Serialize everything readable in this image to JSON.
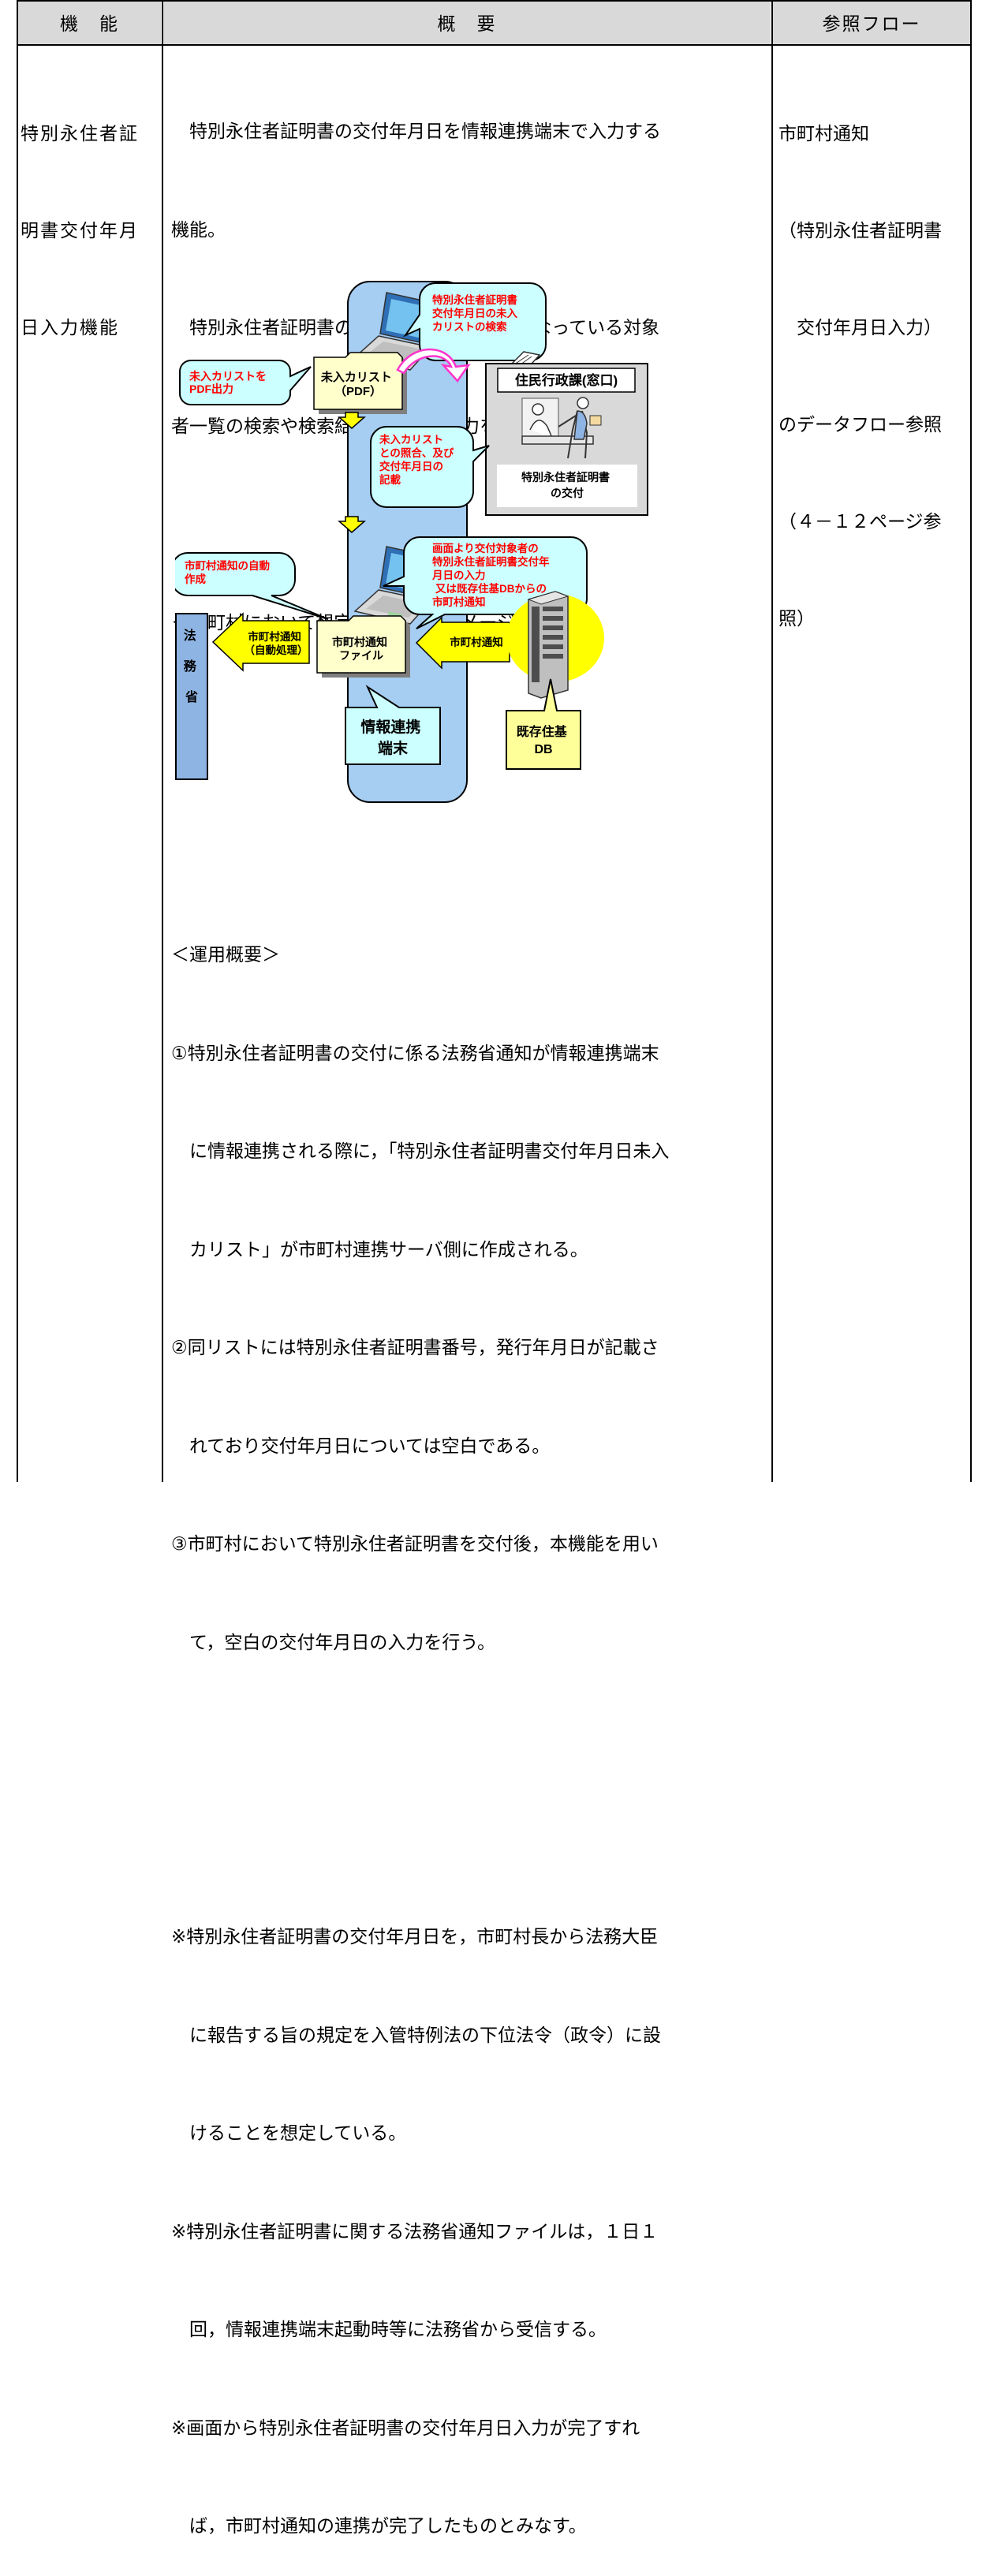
{
  "header": {
    "col1": "機　能",
    "col2": "概　要",
    "col3": "参照フロー"
  },
  "col1_lines": [
    "特別永住者証",
    "明書交付年月",
    "日入力機能"
  ],
  "col3_lines": [
    "市町村通知",
    "（特別永住者証明書",
    "　交付年月日入力）",
    "のデータフロー参照",
    "（４－１２ページ参",
    "照）"
  ],
  "summary_lines": [
    "　特別永住者証明書の交付年月日を情報連携端末で入力する",
    "機能。",
    "　特別永住者証明書の交付年月日が未入力となっている対象",
    "者一覧の検索や検索結果のＰＤＦ出力を可能とする。",
    "",
    "＜市町村において想定される運用イメージ＞"
  ],
  "diagram": {
    "callout_search": [
      "特別永住者証明書",
      "交付年月日の未入",
      "カリストの検索"
    ],
    "callout_pdf_out": [
      "未入カリストを",
      "PDF出力"
    ],
    "doc_pdf": [
      "未入カリスト",
      "（PDF）"
    ],
    "window_title": "住民行政課(窓口)",
    "window_caption": [
      "特別永住者証明書",
      "の交付"
    ],
    "callout_check": [
      "未入カリスト",
      "との照合、及び",
      "交付年月日の",
      "記載"
    ],
    "callout_auto": [
      "市町村通知の自動",
      "作成"
    ],
    "callout_input": [
      "画面より交付対象者の",
      "特別永住者証明書交付年",
      "月日の入力",
      "又は既存住基DBからの",
      "市町村通知"
    ],
    "ministry": [
      "法",
      "務",
      "省"
    ],
    "arrow_auto": [
      "市町村通知",
      "（自動処理）"
    ],
    "doc_notice": [
      "市町村通知",
      "ファイル"
    ],
    "arrow_notice": "市町村通知",
    "label_terminal": [
      "情報連携",
      "端末"
    ],
    "label_db": [
      "既存住基",
      "DB"
    ]
  },
  "ops_lines": [
    "＜運用概要＞",
    "①特別永住者証明書の交付に係る法務省通知が情報連携端末",
    "　に情報連携される際に，「特別永住者証明書交付年月日未入",
    "　カリスト」が市町村連携サーバ側に作成される。",
    "②同リストには特別永住者証明書番号，発行年月日が記載さ",
    "　れており交付年月日については空白である。",
    "③市町村において特別永住者証明書を交付後，本機能を用い",
    "　て，空白の交付年月日の入力を行う。",
    "",
    "",
    "※特別永住者証明書の交付年月日を，市町村長から法務大臣",
    "　に報告する旨の規定を入管特例法の下位法令（政令）に設",
    "　けることを想定している。",
    "※特別永住者証明書に関する法務省通知ファイルは，１日１",
    "　回，情報連携端末起動時等に法務省から受信する。",
    "※画面から特別永住者証明書の交付年月日入力が完了すれ",
    "　ば，市町村通知の連携が完了したものとみなす。"
  ]
}
